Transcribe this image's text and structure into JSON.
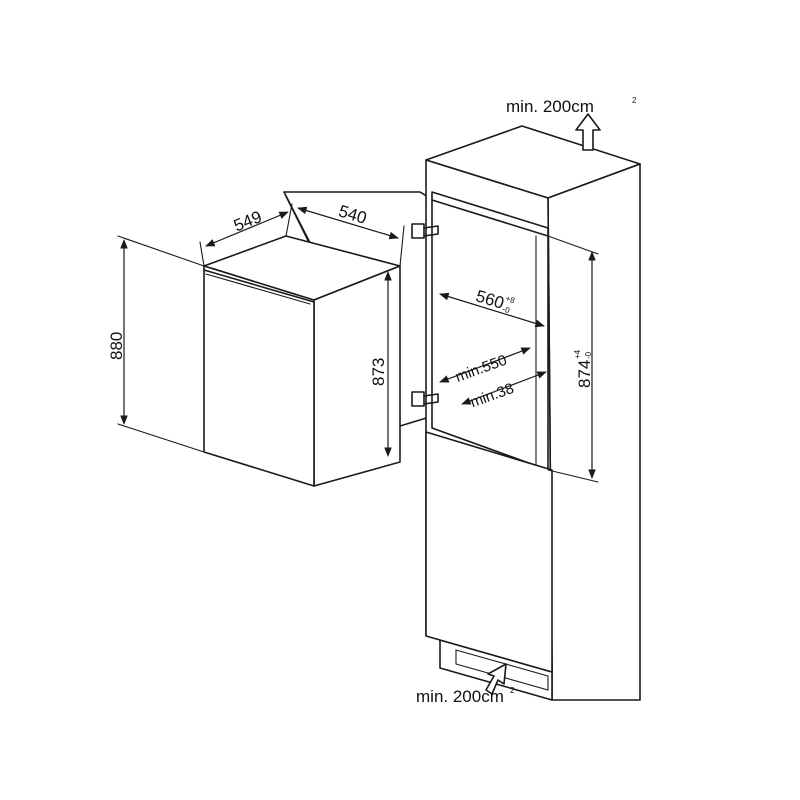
{
  "labels": {
    "vent_top": "min. 200cm",
    "vent_top_sup": "2",
    "vent_bottom": "min. 200cm",
    "vent_bottom_sup": "2",
    "appliance_depth": "549",
    "appliance_width": "540",
    "appliance_height": "880",
    "appliance_body_height": "873",
    "niche_width": "560",
    "niche_width_tol_plus": "+8",
    "niche_width_tol_minus": "-0",
    "niche_depth": "min.550",
    "niche_gap": "min.38",
    "niche_height": "874",
    "niche_height_tol_plus": "+4",
    "niche_height_tol_minus": "-0"
  },
  "colors": {
    "stroke": "#1a1a1a",
    "background": "#ffffff"
  }
}
